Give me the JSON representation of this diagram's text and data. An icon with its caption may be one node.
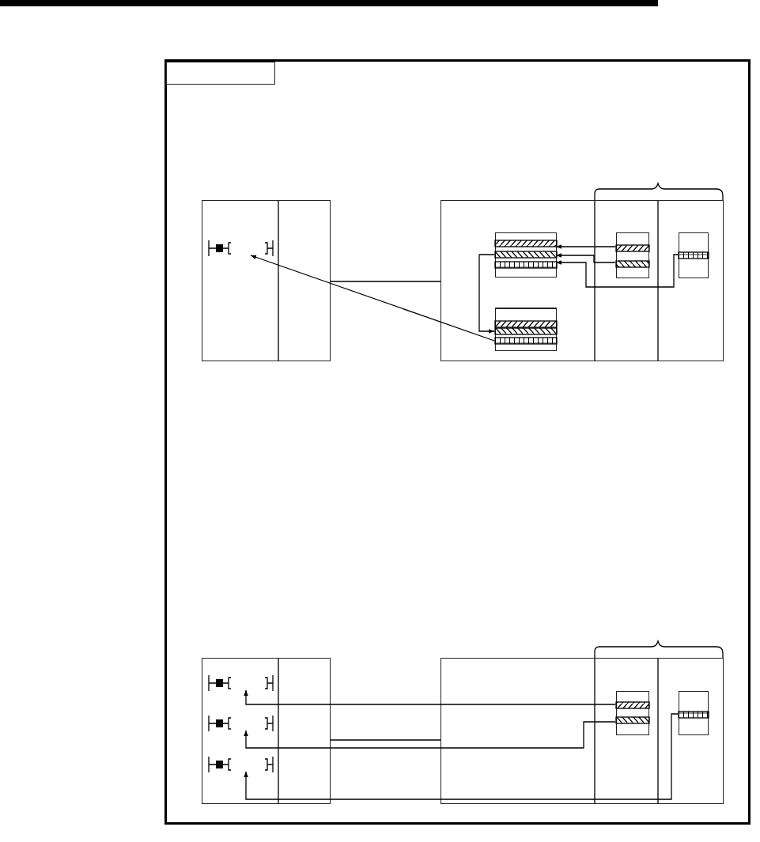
{
  "diagram": {
    "nodes": [
      {
        "text": [],
        "shape": "box"
      },
      {
        "text": [],
        "shape": "box"
      },
      {
        "text": [],
        "shape": "symbol",
        "in": 0
      },
      {
        "text": [],
        "shape": "box",
        "in": 1
      },
      {
        "text": [],
        "shape": "box",
        "in": 1
      },
      {
        "text": [],
        "shape": "box",
        "in": 1
      },
      {
        "text": [],
        "shape": "box",
        "in": 1
      },
      {
        "text": [],
        "shape": "box"
      },
      {
        "text": [],
        "shape": "symbol",
        "in": 7
      },
      {
        "text": [],
        "shape": "symbol",
        "in": 7
      },
      {
        "text": [],
        "shape": "symbol",
        "in": 7
      },
      {
        "text": [],
        "shape": "box"
      },
      {
        "text": [],
        "shape": "box",
        "in": 11
      },
      {
        "text": [],
        "shape": "box",
        "in": 11
      },
      {
        "text": [],
        "shape": "box"
      }
    ],
    "edges": [
      {
        "from": 0,
        "to": 1,
        "arrow": "none"
      },
      {
        "from": 5,
        "to": 3,
        "arrow": "to"
      },
      {
        "from": 5,
        "to": 3,
        "arrow": "to"
      },
      {
        "from": 6,
        "to": 3,
        "arrow": "to"
      },
      {
        "from": 3,
        "to": 4,
        "arrow": "to"
      },
      {
        "from": 4,
        "to": 2,
        "arrow": "to"
      },
      {
        "from": 7,
        "to": 11,
        "arrow": "none"
      },
      {
        "from": 12,
        "to": 8,
        "arrow": "to"
      },
      {
        "from": 12,
        "to": 9,
        "arrow": "to"
      },
      {
        "from": 13,
        "to": 10,
        "arrow": "to"
      }
    ]
  }
}
